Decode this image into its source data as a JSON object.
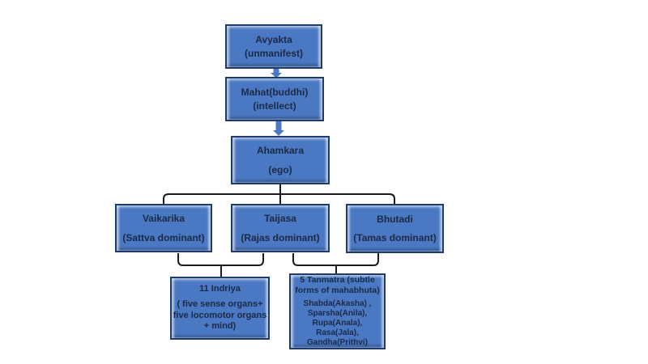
{
  "diagram": {
    "title": "Samkhya evolution flowchart",
    "nodes": {
      "avyakta": {
        "line1": "Avyakta",
        "line2": "(unmanifest)"
      },
      "mahat": {
        "line1": "Mahat(buddhi)",
        "line2": "(intellect)"
      },
      "ahamkara": {
        "line1": "Ahamkara",
        "line2": "(ego)"
      },
      "vaikarika": {
        "line1": "Vaikarika",
        "line2": "(Sattva dominant)"
      },
      "taijasa": {
        "line1": "Taijasa",
        "line2": "(Rajas dominant)"
      },
      "bhutadi": {
        "line1": "Bhutadi",
        "line2": "(Tamas dominant)"
      },
      "indriya": {
        "line1": "11 Indriya",
        "line2": "( five sense organs+ five locomotor organs + mind)"
      },
      "tanmatra": {
        "line1": "5 Tanmatra (subtle forms of mahabhuta)",
        "line2": "Shabda(Akasha) , Sparsha(Anila), Rupa(Anala), Rasa(Jala), Gandha(Prithvi)"
      }
    },
    "edges": [
      [
        "Avyakta",
        "Mahat(buddhi)"
      ],
      [
        "Mahat(buddhi)",
        "Ahamkara"
      ],
      [
        "Ahamkara",
        "Vaikarika"
      ],
      [
        "Ahamkara",
        "Taijasa"
      ],
      [
        "Ahamkara",
        "Bhutadi"
      ],
      [
        "Vaikarika + Taijasa",
        "11 Indriya"
      ],
      [
        "Taijasa + Bhutadi",
        "5 Tanmatra"
      ]
    ],
    "colors": {
      "background": "#ffffff",
      "box_fill": "#4a78c2",
      "box_border": "#1e3c6b",
      "box_text": "#1b2a45",
      "tree_line": "#1b1b26",
      "arrow": "#4a78c2"
    }
  }
}
